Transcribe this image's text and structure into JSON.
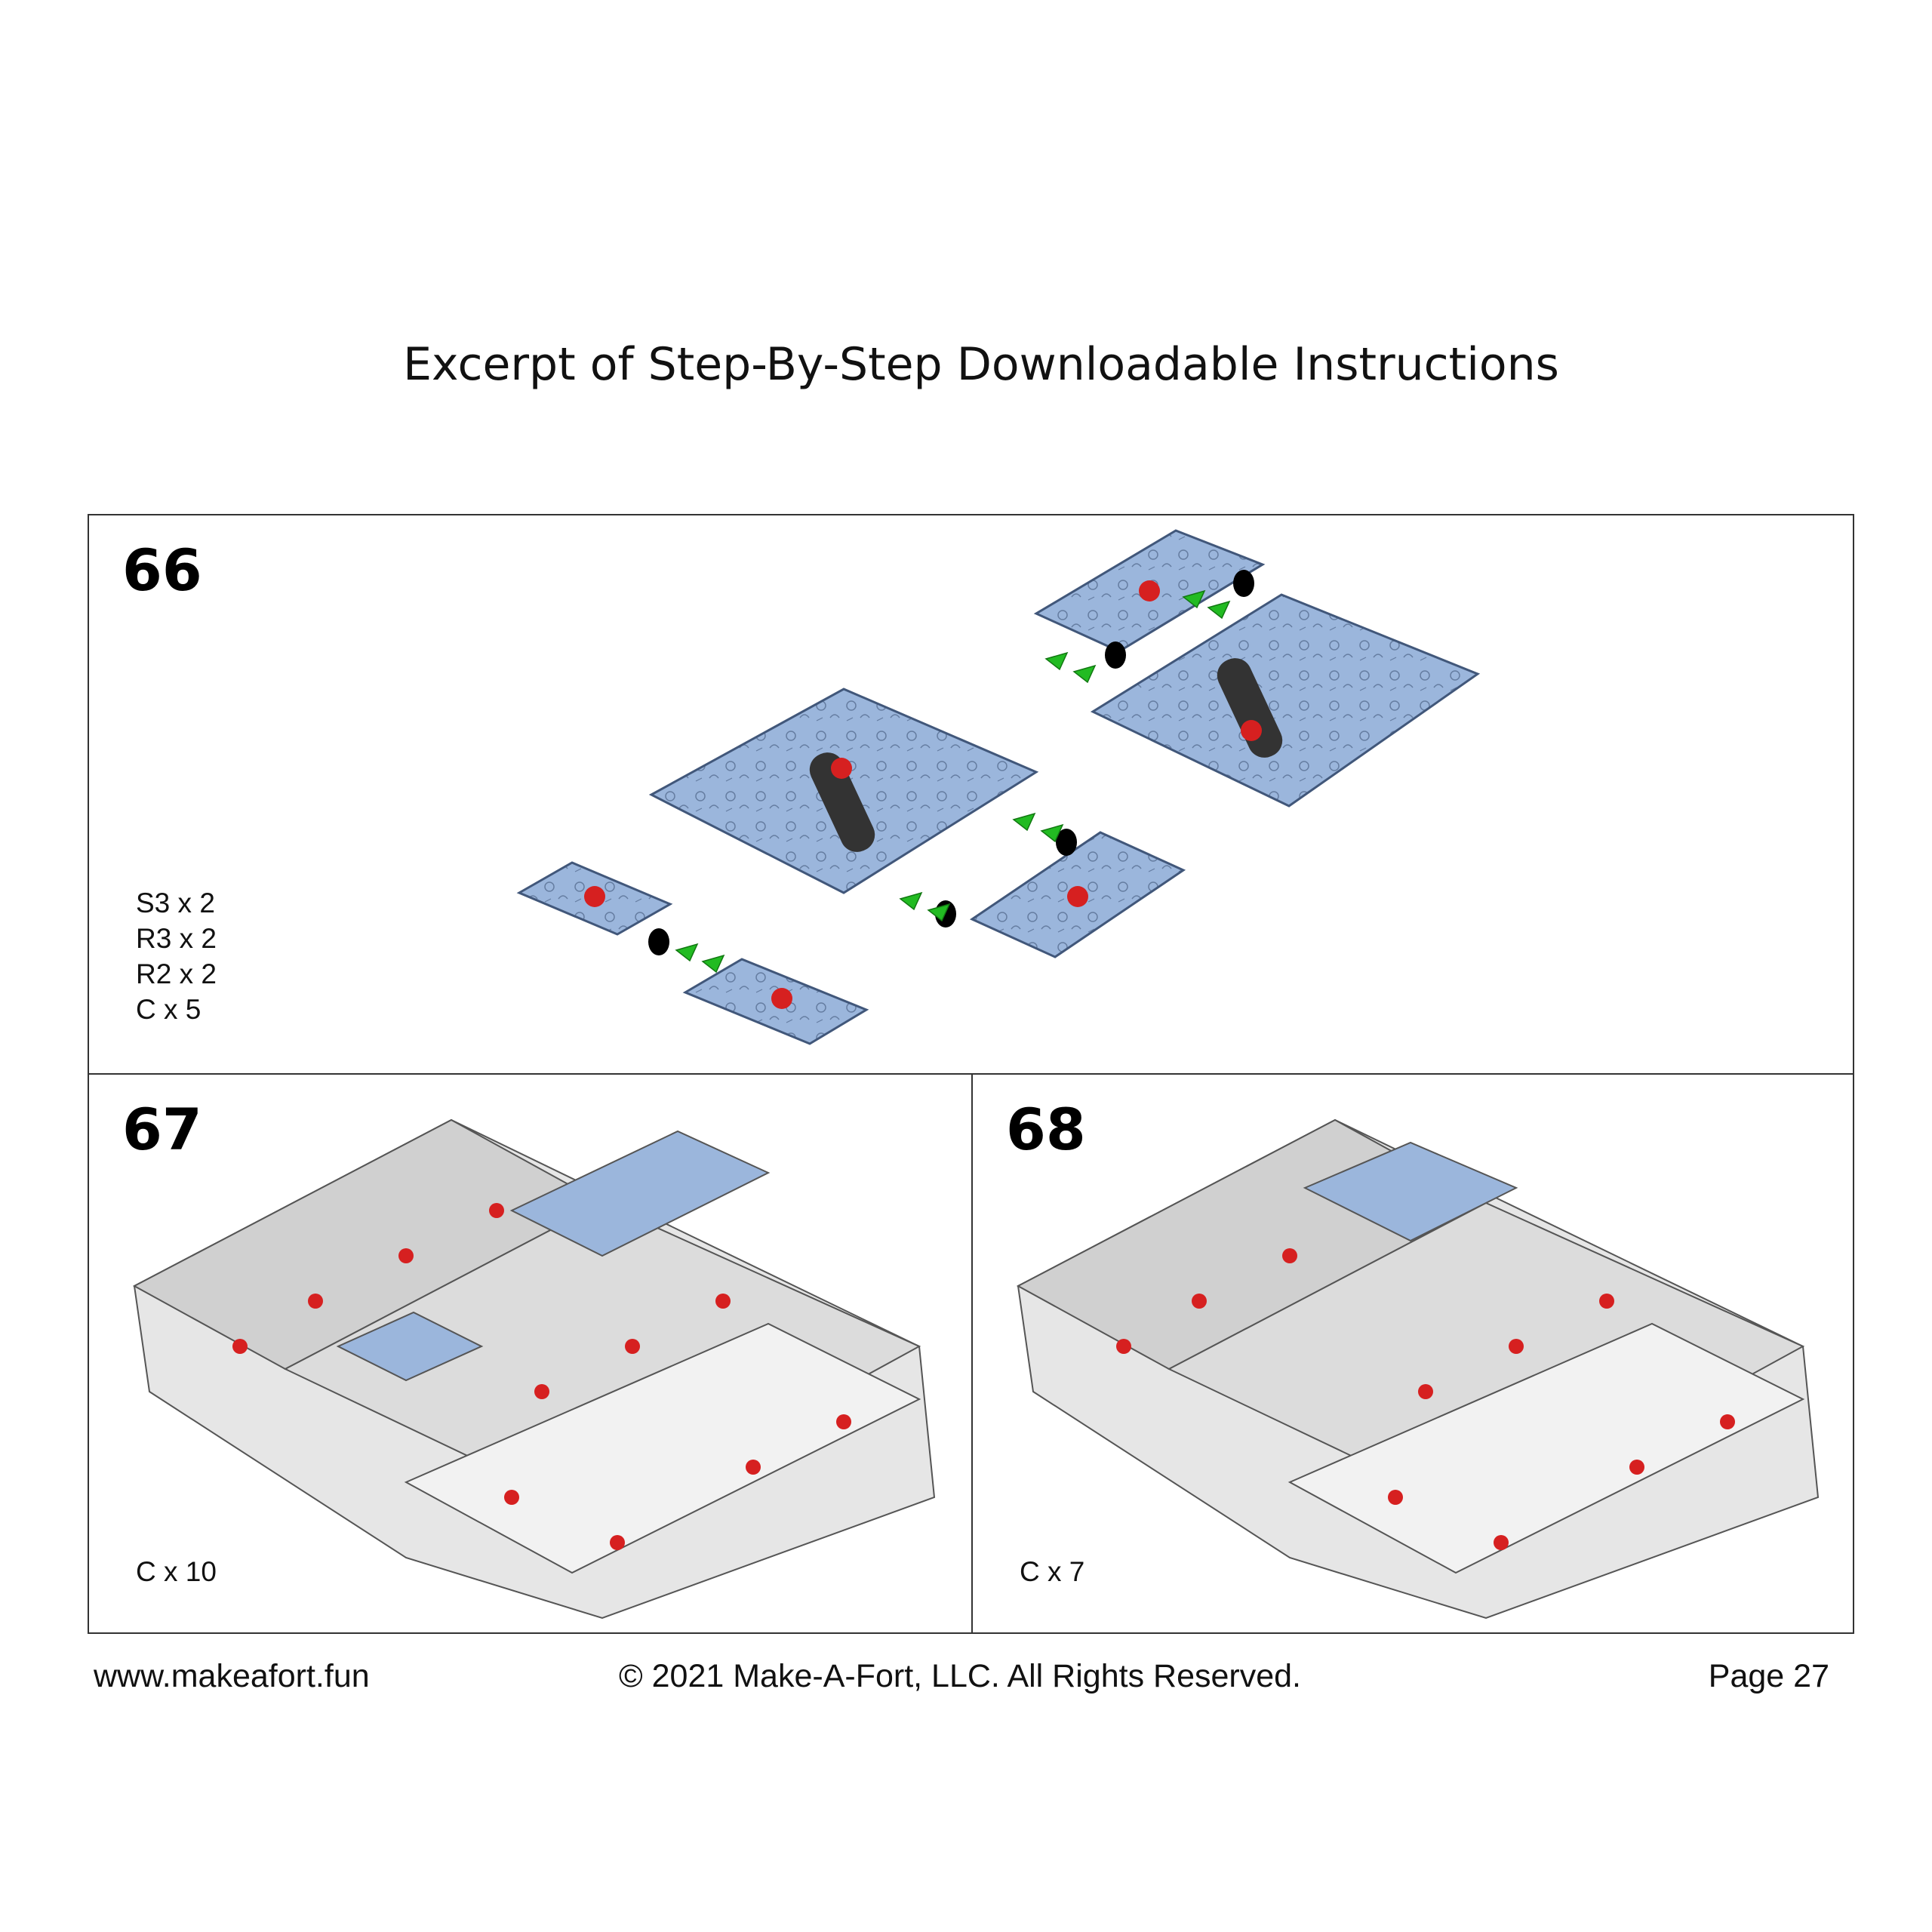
{
  "title": "Excerpt of Step-By-Step Downloadable Instructions",
  "steps": [
    {
      "number": "66",
      "parts": [
        "S3 x 2",
        "R3 x 2",
        "R2 x 2",
        "C x 5"
      ]
    },
    {
      "number": "67",
      "parts": [
        "C x 10"
      ]
    },
    {
      "number": "68",
      "parts": [
        "C x 7"
      ]
    }
  ],
  "footer": {
    "url": "www.makeafort.fun",
    "copyright": "© 2021 Make-A-Fort, LLC. All Rights Reserved.",
    "page": "Page 27"
  },
  "colors": {
    "panel_blue": "#9bb6dc",
    "fort_gray": "#d6d6d6",
    "connector_green": "#22bb22",
    "accent_red": "#d62020"
  }
}
